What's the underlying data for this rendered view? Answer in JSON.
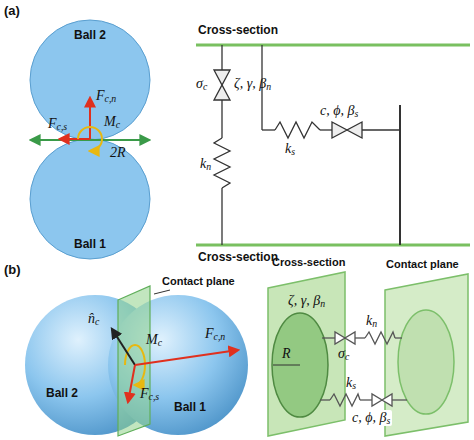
{
  "diagram": {
    "nodes": [
      {
        "text": [
          "Ball 2"
        ]
      },
      {
        "text": [
          "Ball 1"
        ]
      },
      {
        "text": [
          "Ball 2"
        ]
      },
      {
        "text": [
          "Ball 1"
        ]
      }
    ],
    "labels": [
      "(a)",
      "Fc,n",
      "Fc,s",
      "Mc",
      "2R",
      "Cross-section",
      "σc",
      "ζ, γ, βn",
      "kn",
      "ks",
      "c, ϕ, βs",
      "Cross-section",
      "(b)",
      "Contact plane",
      "n̂c",
      "Mc",
      "Fc,n",
      "Fc,s",
      "Cross-section",
      "Contact plane",
      "ζ, γ, βn",
      "R",
      "σc",
      "kn",
      "c, ϕ, βs",
      "ks"
    ]
  }
}
